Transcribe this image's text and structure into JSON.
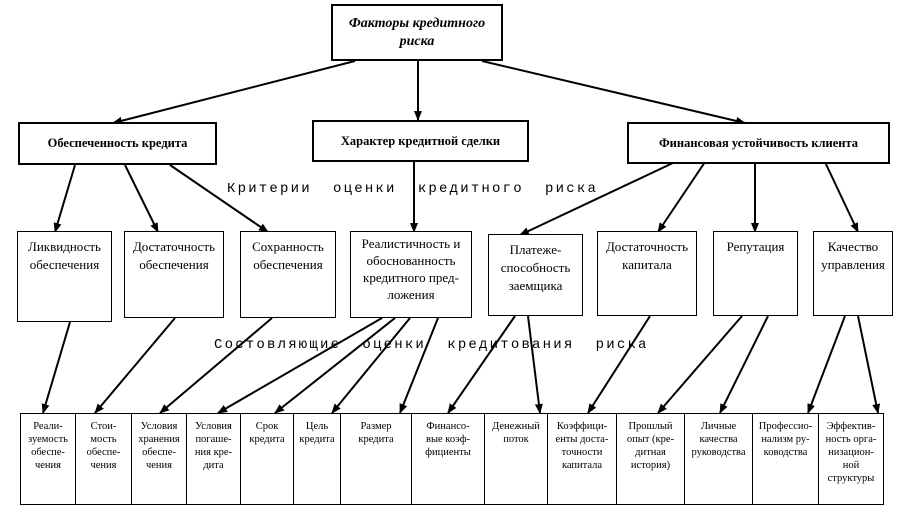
{
  "top": {
    "line1": "Факторы кредитного",
    "line2": "риска"
  },
  "level1": [
    "Обеспеченность кредита",
    "Характер кредитной сделки",
    "Финансовая устойчивость клиента"
  ],
  "criteria_label": "Критерии  оценки  кредитного  риска",
  "components_label": "Состовляющие  оценки  кредитования  риска",
  "level2": [
    {
      "l1": "Ликвидность",
      "l2": "обеспечения"
    },
    {
      "l1": "Достаточность",
      "l2": "обеспечения"
    },
    {
      "l1": "Сохранность",
      "l2": "обеспечения"
    },
    {
      "l1": "Реалистичность и",
      "l2": "обоснованность",
      "l3": "кредитного пред-",
      "l4": "ложения"
    },
    {
      "l1": "Платеже-",
      "l2": "способность",
      "l3": "заемщика"
    },
    {
      "l1": "Достаточность",
      "l2": "капитала"
    },
    {
      "l1": "Репутация"
    },
    {
      "l1": "Качество",
      "l2": "управления"
    }
  ],
  "level3": [
    {
      "l1": "Реали-",
      "l2": "зуемость",
      "l3": "обеспе-",
      "l4": "чения"
    },
    {
      "l1": "Стои-",
      "l2": "мость",
      "l3": "обеспе-",
      "l4": "чения"
    },
    {
      "l1": "Условия",
      "l2": "хранения",
      "l3": "обеспе-",
      "l4": "чения"
    },
    {
      "l1": "Условия",
      "l2": "погаше-",
      "l3": "ния кре-",
      "l4": "дита"
    },
    {
      "l1": "Срок",
      "l2": "кредита"
    },
    {
      "l1": "Цель",
      "l2": "кредита"
    },
    {
      "l1": "Размер",
      "l2": "кредита"
    },
    {
      "l1": "Финансо-",
      "l2": "вые коэф-",
      "l3": "фициенты"
    },
    {
      "l1": "Денежный",
      "l2": "поток"
    },
    {
      "l1": "Коэффици-",
      "l2": "енты доста-",
      "l3": "точности",
      "l4": "капитала"
    },
    {
      "l1": "Прошлый",
      "l2": "опыт (кре-",
      "l3": "дитная",
      "l4": "история)"
    },
    {
      "l1": "Личные",
      "l2": "качества",
      "l3": "руководства"
    },
    {
      "l1": "Професcио-",
      "l2": "нализм ру-",
      "l3": "ководства"
    },
    {
      "l1": "Эффектив-",
      "l2": "ность орга-",
      "l3": "низацион-",
      "l4": "ной",
      "l5": "структуры"
    }
  ]
}
